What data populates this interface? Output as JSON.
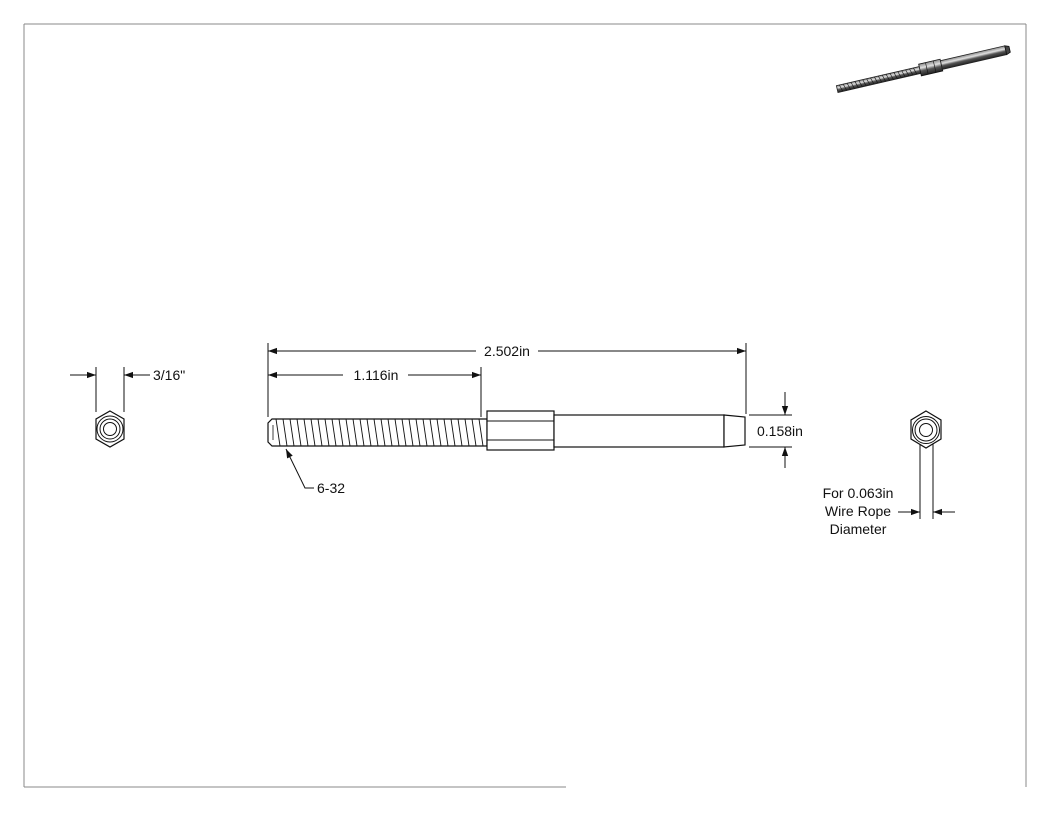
{
  "dimensions": {
    "overall_length": "2.502in",
    "thread_length": "1.116in",
    "shank_diameter": "0.158in",
    "hex_size": "3/16\"",
    "thread_callout": "6-32",
    "wire_note_line1": "For 0.063in",
    "wire_note_line2": "Wire Rope",
    "wire_note_line3": "Diameter"
  },
  "colors": {
    "line": "#111111",
    "border": "#888888",
    "part_light": "#ffffff",
    "part_dark": "#333333"
  },
  "icons": {
    "iso_view": "threaded-stud-iso-icon",
    "left_end_view": "hex-nut-end-icon",
    "right_end_view": "hex-bore-end-icon"
  }
}
